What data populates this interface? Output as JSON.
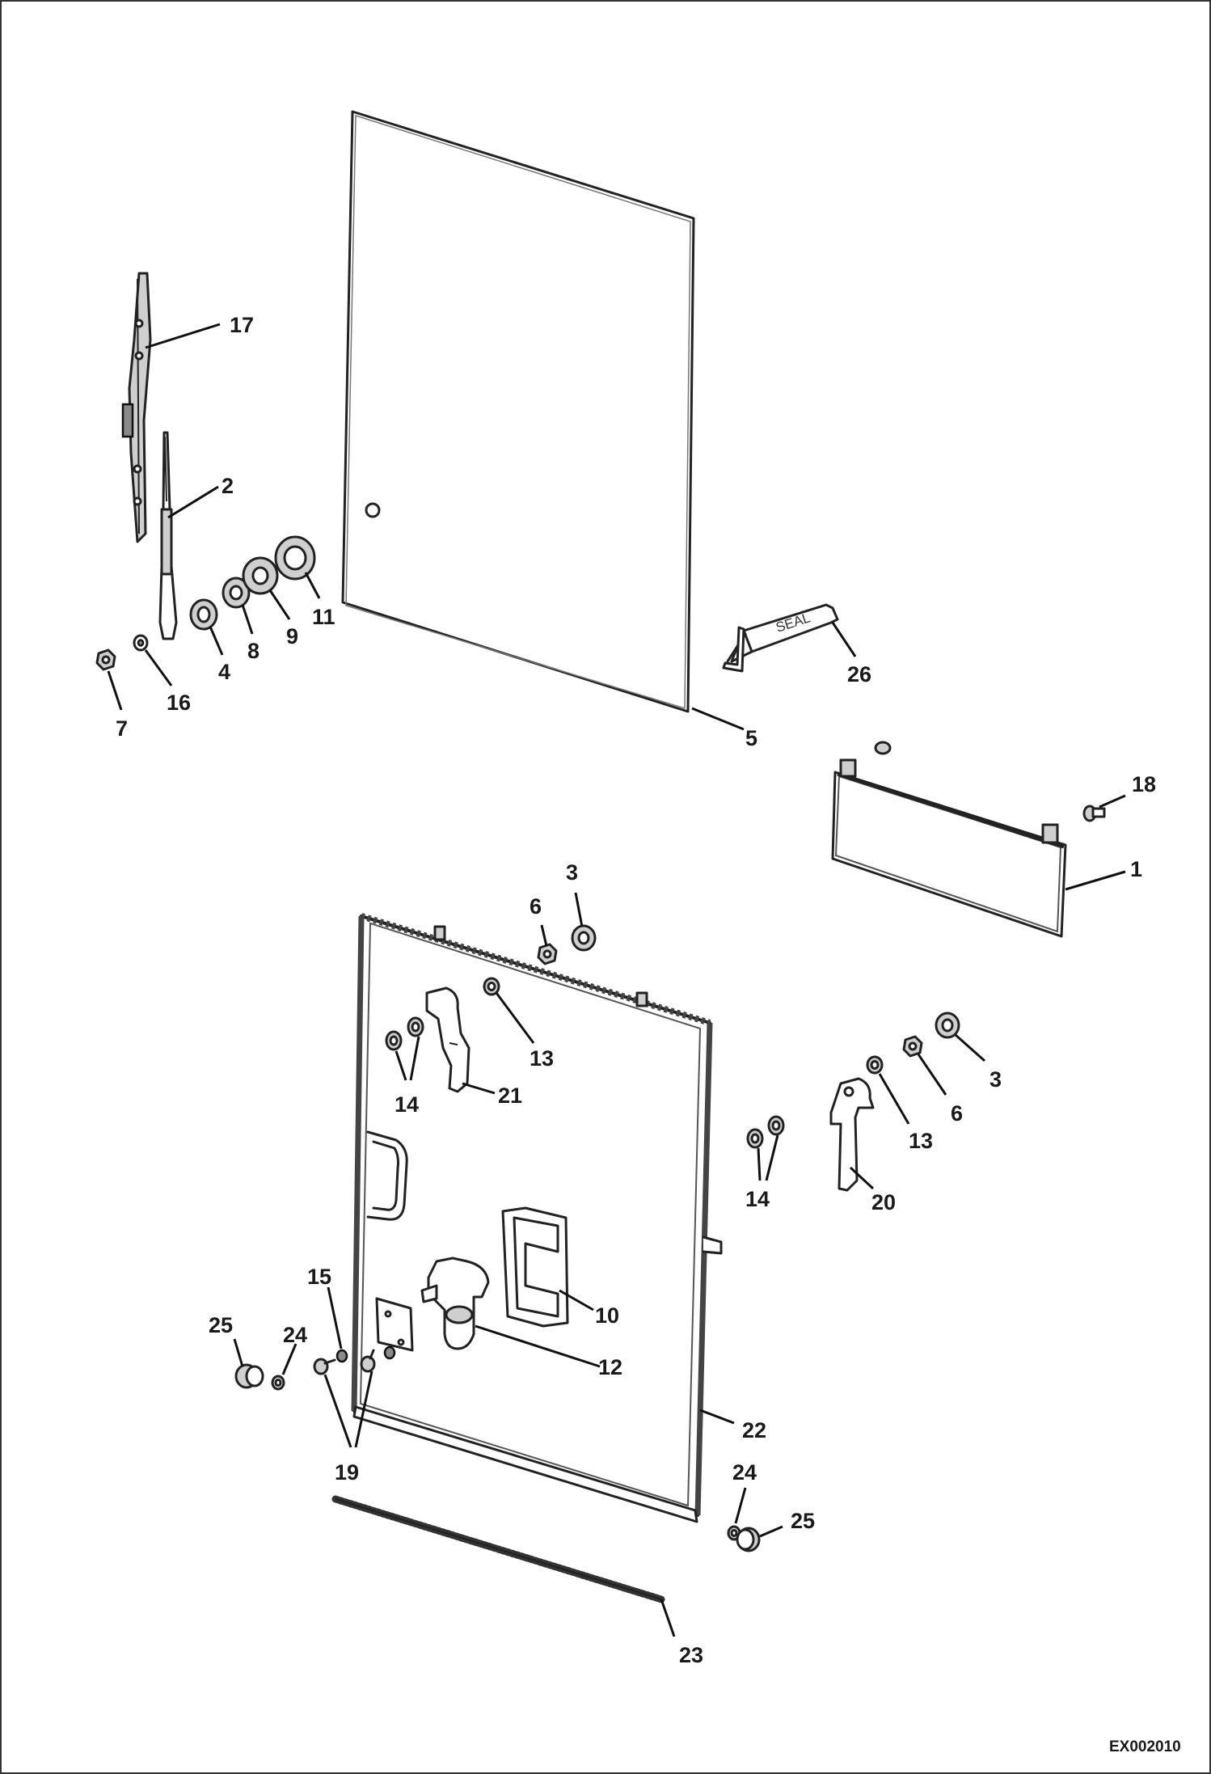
{
  "diagram": {
    "reference_code": "EX002010",
    "tube_label": "SEAL",
    "callouts": [
      {
        "id": "c17",
        "text": "17"
      },
      {
        "id": "c2",
        "text": "2"
      },
      {
        "id": "c4",
        "text": "4"
      },
      {
        "id": "c8",
        "text": "8"
      },
      {
        "id": "c9",
        "text": "9"
      },
      {
        "id": "c11",
        "text": "11"
      },
      {
        "id": "c7",
        "text": "7"
      },
      {
        "id": "c16",
        "text": "16"
      },
      {
        "id": "c26",
        "text": "26"
      },
      {
        "id": "c5",
        "text": "5"
      },
      {
        "id": "c18",
        "text": "18"
      },
      {
        "id": "c1",
        "text": "1"
      },
      {
        "id": "c3a",
        "text": "3"
      },
      {
        "id": "c6a",
        "text": "6"
      },
      {
        "id": "c13a",
        "text": "13"
      },
      {
        "id": "c14a",
        "text": "14"
      },
      {
        "id": "c21",
        "text": "21"
      },
      {
        "id": "c3b",
        "text": "3"
      },
      {
        "id": "c6b",
        "text": "6"
      },
      {
        "id": "c13b",
        "text": "13"
      },
      {
        "id": "c14b",
        "text": "14"
      },
      {
        "id": "c20",
        "text": "20"
      },
      {
        "id": "c10",
        "text": "10"
      },
      {
        "id": "c12",
        "text": "12"
      },
      {
        "id": "c15",
        "text": "15"
      },
      {
        "id": "c25a",
        "text": "25"
      },
      {
        "id": "c24a",
        "text": "24"
      },
      {
        "id": "c19",
        "text": "19"
      },
      {
        "id": "c22",
        "text": "22"
      },
      {
        "id": "c24b",
        "text": "24"
      },
      {
        "id": "c25b",
        "text": "25"
      },
      {
        "id": "c23",
        "text": "23"
      }
    ]
  },
  "colors": {
    "line": "#222222",
    "fill": "#cfcfcf",
    "background": "#ffffff"
  }
}
